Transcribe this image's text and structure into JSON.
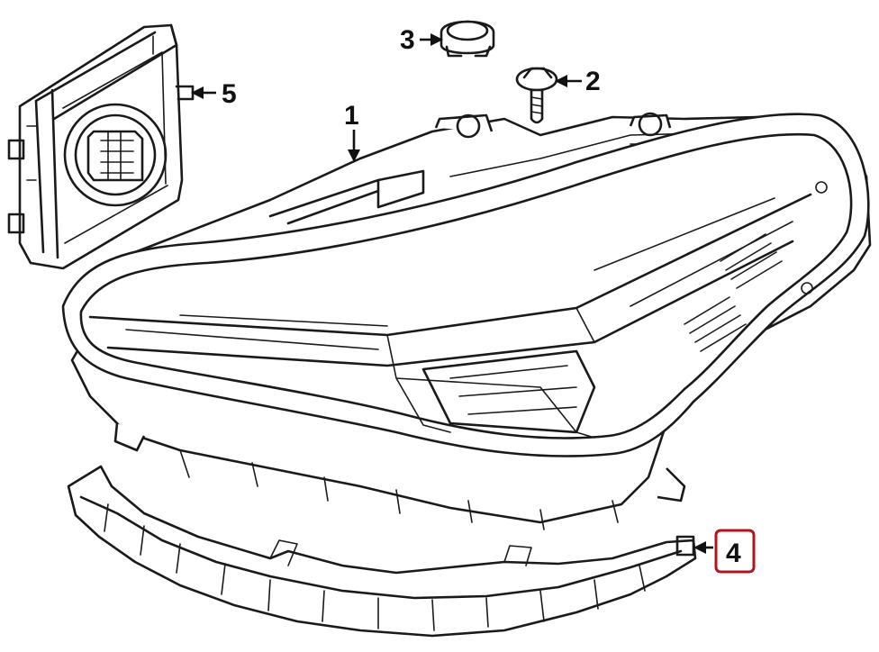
{
  "callouts": {
    "c1": "1",
    "c2": "2",
    "c3": "3",
    "c4": "4",
    "c5": "5"
  },
  "highlight": {
    "callout": "4",
    "color": "#b5121b"
  },
  "parts": [
    {
      "callout": "1",
      "icon": "headlamp-assembly"
    },
    {
      "callout": "2",
      "icon": "bolt"
    },
    {
      "callout": "3",
      "icon": "cap"
    },
    {
      "callout": "4",
      "icon": "lower-trim-bracket"
    },
    {
      "callout": "5",
      "icon": "control-module"
    }
  ]
}
